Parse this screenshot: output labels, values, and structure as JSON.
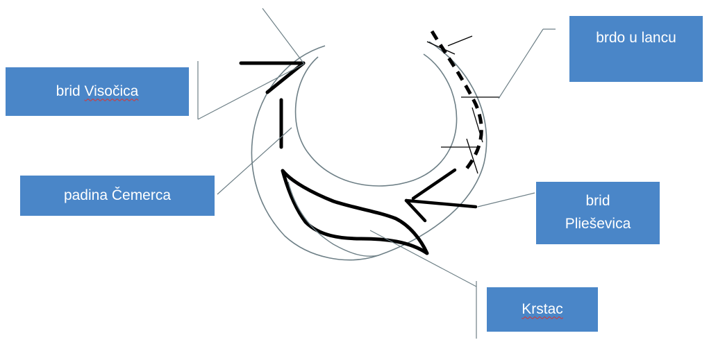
{
  "labels": {
    "brid_visocica": {
      "word1": "brid ",
      "word2": "Visočica"
    },
    "padina_cemerca": {
      "text": "padina Čemerca"
    },
    "brdo_u_lancu": {
      "text": "brdo u lancu"
    },
    "brid_plievica": {
      "line1": "brid",
      "line2": "Plieševica"
    },
    "krstac": {
      "text": "Krstac"
    }
  },
  "colors": {
    "box_fill": "#4a86c8",
    "box_text": "#ffffff",
    "spellcheck_underline": "#e0322a",
    "thin_line": "#6d7f86",
    "thick_stroke": "#000000"
  }
}
